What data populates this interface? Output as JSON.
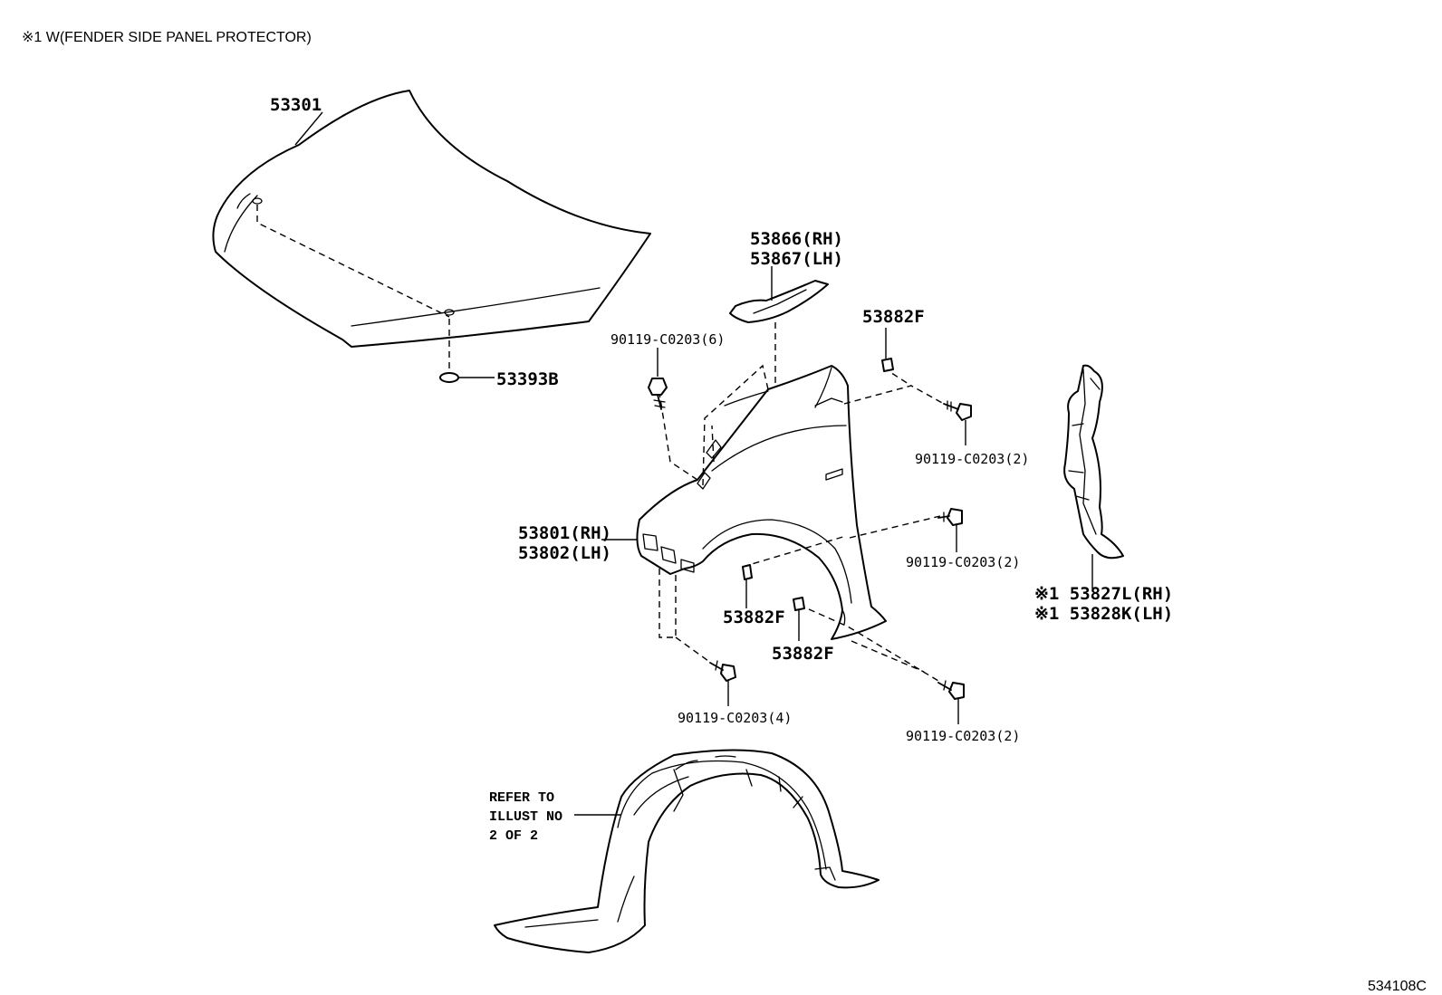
{
  "note": "※1 W(FENDER SIDE PANEL PROTECTOR)",
  "illustration_code": "534108C",
  "parts": {
    "hood": "53301",
    "hood_cushion": "53393B",
    "fender_seal_rh": "53866(RH)",
    "fender_seal_lh": "53867(LH)",
    "clip_top": "53882F",
    "clip_mid": "53882F",
    "clip_low": "53882F",
    "fender_rh": "53801(RH)",
    "fender_lh": "53802(LH)",
    "protector_rh": "※1 53827L(RH)",
    "protector_lh": "※1 53828K(LH)",
    "bolt_top_6": "90119-C0203(6)",
    "bolt_right_2": "90119-C0203(2)",
    "bolt_mid_2": "90119-C0203(2)",
    "bolt_front_4": "90119-C0203(4)",
    "bolt_lower_2": "90119-C0203(2)"
  },
  "refer": {
    "line1": "REFER TO",
    "line2": "ILLUST NO",
    "line3": "2 OF 2"
  }
}
